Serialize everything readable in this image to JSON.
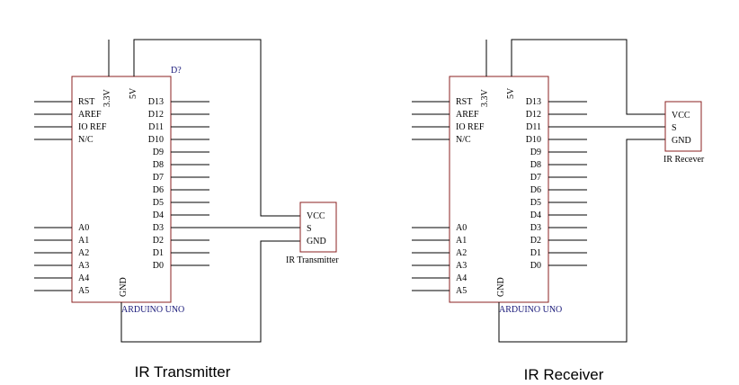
{
  "left": {
    "board_label": "ARDUINO UNO",
    "designator": "D?",
    "left_pins_top": [
      "RST",
      "AREF",
      "IO REF",
      "N/C"
    ],
    "left_pins_bottom": [
      "A0",
      "A1",
      "A2",
      "A3",
      "A4",
      "A5"
    ],
    "right_pins": [
      "D13",
      "D12",
      "D11",
      "D10",
      "D9",
      "D8",
      "D7",
      "D6",
      "D5",
      "D4",
      "D3",
      "D2",
      "D1",
      "D0"
    ],
    "top_pins": [
      "3.3V",
      "5V"
    ],
    "gnd_pin": "GND",
    "module_pins": [
      "VCC",
      "S",
      "GND"
    ],
    "module_label": "IR Transmitter",
    "caption": "IR Transmitter"
  },
  "right": {
    "board_label": "ARDUINO UNO",
    "left_pins_top": [
      "RST",
      "AREF",
      "IO REF",
      "N/C"
    ],
    "left_pins_bottom": [
      "A0",
      "A1",
      "A2",
      "A3",
      "A4",
      "A5"
    ],
    "right_pins": [
      "D13",
      "D12",
      "D11",
      "D10",
      "D9",
      "D8",
      "D7",
      "D6",
      "D5",
      "D4",
      "D3",
      "D2",
      "D1",
      "D0"
    ],
    "top_pins": [
      "3.3V",
      "5V"
    ],
    "gnd_pin": "GND",
    "module_pins": [
      "VCC",
      "S",
      "GND"
    ],
    "module_label": "IR Recever",
    "caption": "IR Receiver"
  },
  "colors": {
    "box": "#8b2020",
    "label": "#1a1a7a",
    "wire": "#000000"
  }
}
